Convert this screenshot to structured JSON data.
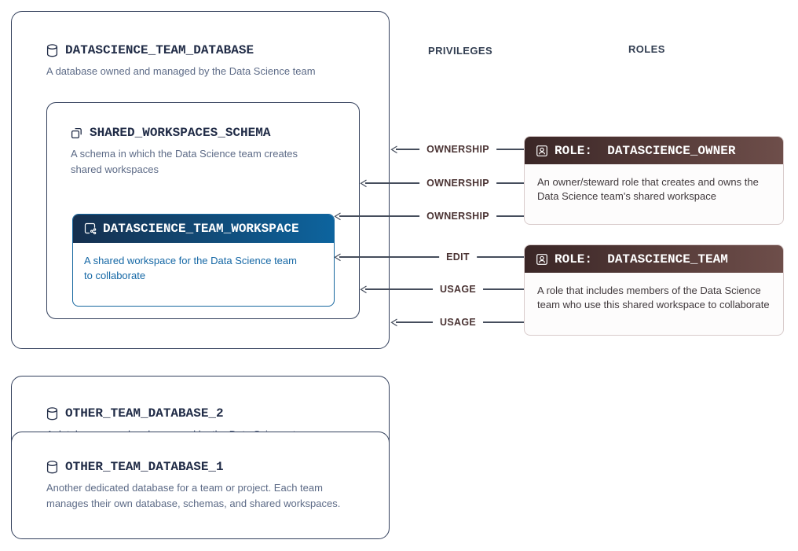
{
  "column_headers": {
    "privileges": "PRIVILEGES",
    "roles": "ROLES"
  },
  "database_card": {
    "icon": "database-icon",
    "title": "DATASCIENCE_TEAM_DATABASE",
    "description": "A database owned and managed by the Data Science team"
  },
  "schema_card": {
    "icon": "schema-icon",
    "title": "SHARED_WORKSPACES_SCHEMA",
    "description": "A schema in which the Data Science team creates shared workspaces"
  },
  "workspace_card": {
    "icon": "workspace-icon",
    "title": "DATASCIENCE_TEAM_WORKSPACE",
    "description": "A shared workspace for the Data Science team to collaborate"
  },
  "privileges": {
    "items": [
      {
        "label": "OWNERSHIP",
        "points_to": "database"
      },
      {
        "label": "OWNERSHIP",
        "points_to": "schema"
      },
      {
        "label": "OWNERSHIP",
        "points_to": "workspace"
      },
      {
        "label": "EDIT",
        "points_to": "workspace"
      },
      {
        "label": "USAGE",
        "points_to": "schema"
      },
      {
        "label": "USAGE",
        "points_to": "database"
      }
    ]
  },
  "roles": [
    {
      "icon": "role-badge-icon",
      "title": "ROLE:  DATASCIENCE_OWNER",
      "description": "An owner/steward role that creates and owns the Data Science team's shared workspace"
    },
    {
      "icon": "role-badge-icon",
      "title": "ROLE:  DATASCIENCE_TEAM",
      "description": "A role that includes members of the Data Science team who use this shared workspace to collaborate"
    }
  ],
  "other_databases": [
    {
      "icon": "database-icon",
      "title": "OTHER_TEAM_DATABASE_2",
      "description": "A database owned and managed by the Data Science team"
    },
    {
      "icon": "database-icon",
      "title": "OTHER_TEAM_DATABASE_1",
      "description": "Another dedicated database for a team or project. Each team manages their own database, schemas, and shared workspaces."
    }
  ],
  "colors": {
    "card_border": "#33405c",
    "workspace_border": "#17679f",
    "workspace_header_gradient_start": "#152f4e",
    "workspace_header_gradient_end": "#0d649e",
    "workspace_text": "#1467a5",
    "role_header_gradient_start": "#3a2626",
    "role_header_gradient_end": "#6e4e4a",
    "role_border": "#d8cbcb",
    "privilege_label_text": "#4a3333",
    "arrow_line": "#454d5c",
    "title_text": "#212c47",
    "muted_text": "#5d6b87"
  }
}
